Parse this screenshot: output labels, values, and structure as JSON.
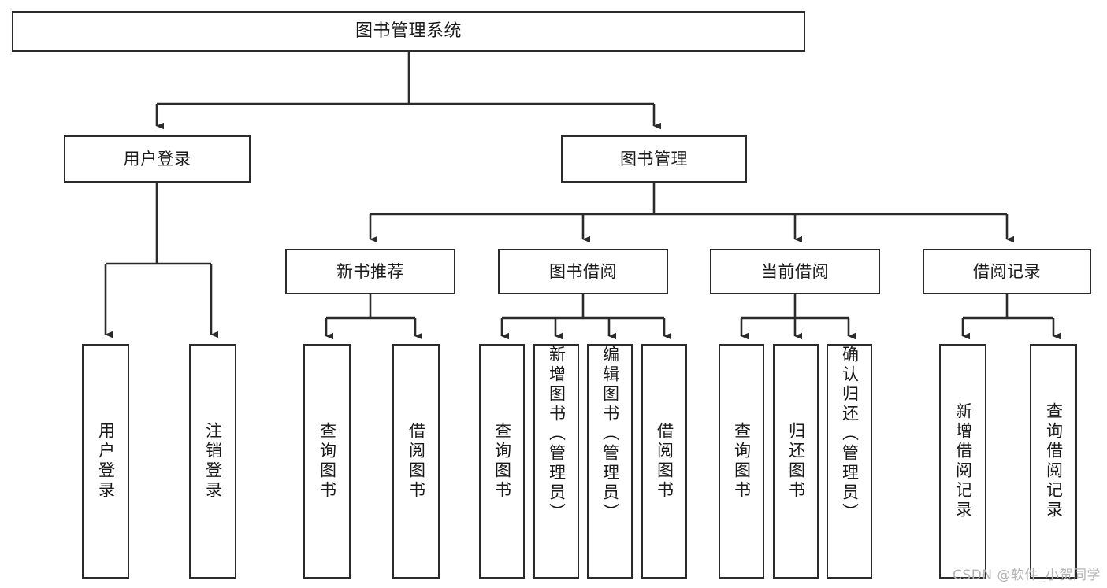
{
  "diagram": {
    "title": "图书管理系统",
    "type": "tree-hierarchy-diagram",
    "stroke_color": "#2b2b2b",
    "background_color": "#ffffff",
    "text_color": "#1a1a1a",
    "root": {
      "label": "图书管理系统",
      "children": [
        {
          "label": "用户登录",
          "children": [
            {
              "label": "用户登录"
            },
            {
              "label": "注销登录"
            }
          ]
        },
        {
          "label": "图书管理",
          "children": [
            {
              "label": "新书推荐",
              "children": [
                {
                  "label": "查询图书"
                },
                {
                  "label": "借阅图书"
                }
              ]
            },
            {
              "label": "图书借阅",
              "children": [
                {
                  "label": "查询图书"
                },
                {
                  "label": "新增图书（管理员）"
                },
                {
                  "label": "编辑图书（管理员）"
                },
                {
                  "label": "借阅图书"
                }
              ]
            },
            {
              "label": "当前借阅",
              "children": [
                {
                  "label": "查询图书"
                },
                {
                  "label": "归还图书"
                },
                {
                  "label": "确认归还（管理员）"
                }
              ]
            },
            {
              "label": "借阅记录",
              "children": [
                {
                  "label": "新增借阅记录"
                },
                {
                  "label": "查询借阅记录"
                }
              ]
            }
          ]
        }
      ]
    }
  },
  "nodes": {
    "root": "图书管理系统",
    "l2": {
      "user_login": "用户登录",
      "book_manage": "图书管理"
    },
    "l3": {
      "new_book_rec": "新书推荐",
      "book_borrow": "图书借阅",
      "current_borrow": "当前借阅",
      "borrow_record": "借阅记录"
    },
    "leaves": {
      "user_login_1": "用户登录",
      "user_login_2": "注销登录",
      "new_book_1": "查询图书",
      "new_book_2": "借阅图书",
      "borrow_1": "查询图书",
      "borrow_2": "新增图书（管理员）",
      "borrow_3": "编辑图书（管理员）",
      "borrow_4": "借阅图书",
      "current_1": "查询图书",
      "current_2": "归还图书",
      "current_3": "确认归还（管理员）",
      "record_1": "新增借阅记录",
      "record_2": "查询借阅记录"
    }
  },
  "watermark": {
    "text": "CSDN @软件_小贺同学"
  }
}
